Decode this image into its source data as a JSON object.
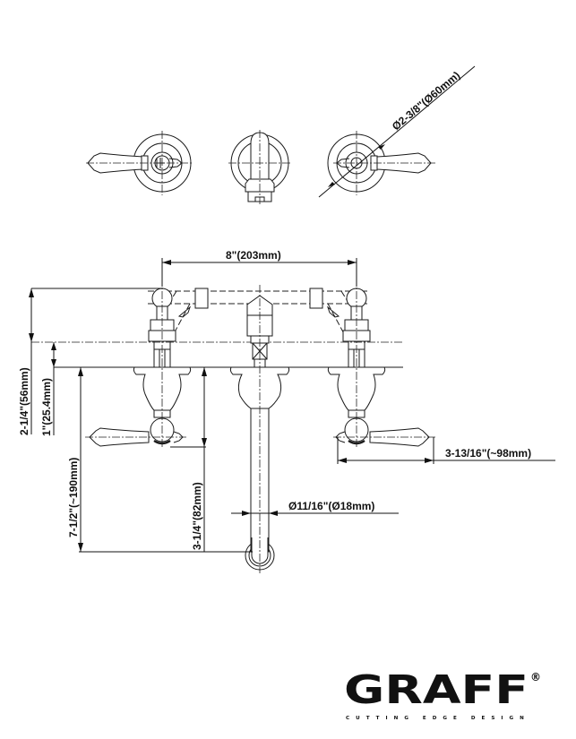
{
  "document": {
    "type": "technical-drawing",
    "subject": "three-hole wall-mounted lavatory faucet with lever handles"
  },
  "views": {
    "top": {
      "label": "top-view"
    },
    "front": {
      "label": "front-view"
    }
  },
  "dimensions": {
    "flange_diameter": "Ø2-3/8\"(Ø60mm)",
    "handle_spacing": "8\"(203mm)",
    "rough_in_height": "2-1/4\"(56mm)",
    "wall_thickness": "1\"(25.4mm)",
    "spout_reach": "7-1/2\"(~190mm)",
    "handle_drop": "3-1/4\"(82mm)",
    "spout_diameter": "Ø11/16\"(Ø18mm)",
    "handle_length": "3-13/16\"(~98mm)"
  },
  "brand": {
    "name": "GRAFF",
    "registered": "®",
    "tagline": "CUTTING EDGE DESIGN"
  },
  "colors": {
    "ink": "#111111",
    "paper": "#ffffff"
  }
}
